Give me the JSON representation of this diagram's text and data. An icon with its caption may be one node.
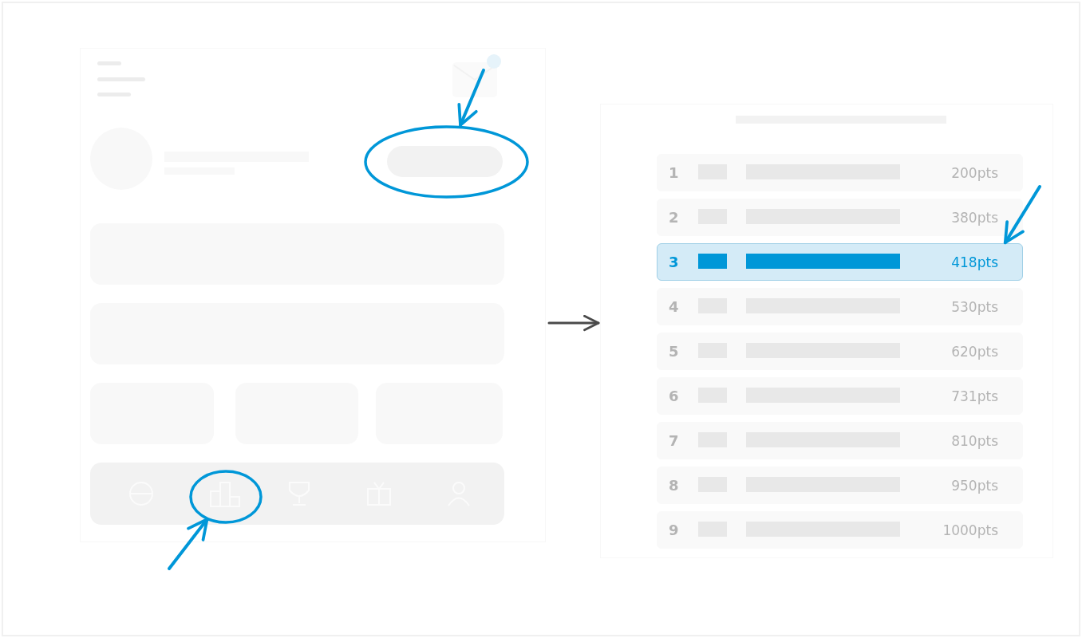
{
  "diagram": {
    "nodes": [
      {
        "text": [],
        "shape": "box"
      },
      {
        "text": [],
        "shape": "circle",
        "in": 0
      },
      {
        "text": [],
        "shape": "circle",
        "in": 0
      },
      {
        "text": [],
        "shape": "box"
      },
      {
        "text": [
          "1",
          "200pts"
        ],
        "in": 3
      },
      {
        "text": [
          "2",
          "380pts"
        ],
        "in": 3
      },
      {
        "text": [
          "3",
          "418pts"
        ],
        "in": 3
      },
      {
        "text": [
          "4",
          "530pts"
        ],
        "in": 3
      },
      {
        "text": [
          "5",
          "620pts"
        ],
        "in": 3
      },
      {
        "text": [
          "6",
          "731pts"
        ],
        "in": 3
      },
      {
        "text": [
          "7",
          "810pts"
        ],
        "in": 3
      },
      {
        "text": [
          "8",
          "950pts"
        ],
        "in": 3
      },
      {
        "text": [
          "9",
          "1000pts"
        ],
        "in": 3
      }
    ],
    "edges": [
      {
        "from": 0,
        "to": 3,
        "arrow": "to",
        "color": "#4a4a4a"
      },
      {
        "from": null,
        "to": 1,
        "arrow": "to"
      },
      {
        "from": null,
        "to": 2,
        "arrow": "to"
      },
      {
        "from": null,
        "to": 6,
        "arrow": "to"
      }
    ]
  }
}
